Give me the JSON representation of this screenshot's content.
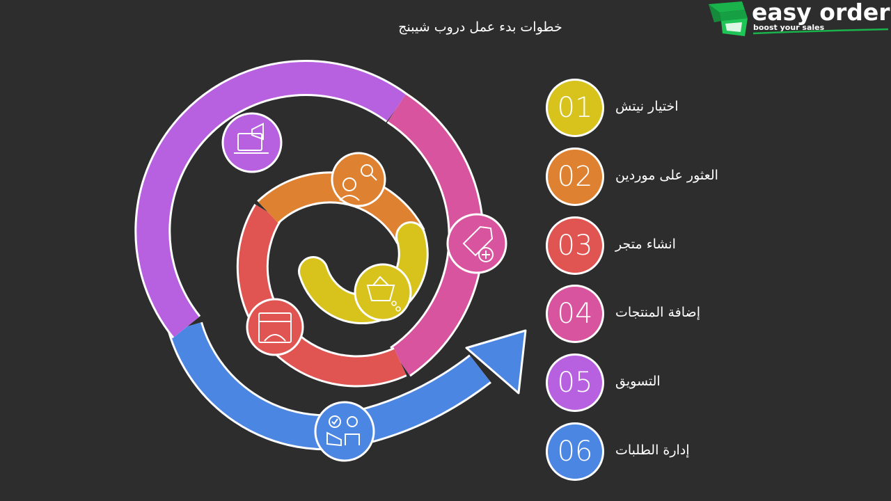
{
  "title": "خطوات بدء عمل دروب شيبنج",
  "logo": {
    "name": "easy orders",
    "tagline": "boost your sales"
  },
  "steps": [
    {
      "number": "01",
      "label": "اختيار نيتش",
      "color": "#d8c21c",
      "icon": "search-person-icon"
    },
    {
      "number": "02",
      "label": "العثور على موردين",
      "color": "#de8130",
      "icon": "tag-add-icon"
    },
    {
      "number": "03",
      "label": "انشاء متجر",
      "color": "#e05551",
      "icon": "store-front-icon"
    },
    {
      "number": "04",
      "label": "إضافة المنتجات",
      "color": "#d9549e",
      "icon": "shopping-basket-icon"
    },
    {
      "number": "05",
      "label": "التسويق",
      "color": "#b861e0",
      "icon": "megaphone-laptop-icon"
    },
    {
      "number": "06",
      "label": "إدارة الطلبات",
      "color": "#4c86e3",
      "icon": "checklist-worker-icon"
    }
  ]
}
